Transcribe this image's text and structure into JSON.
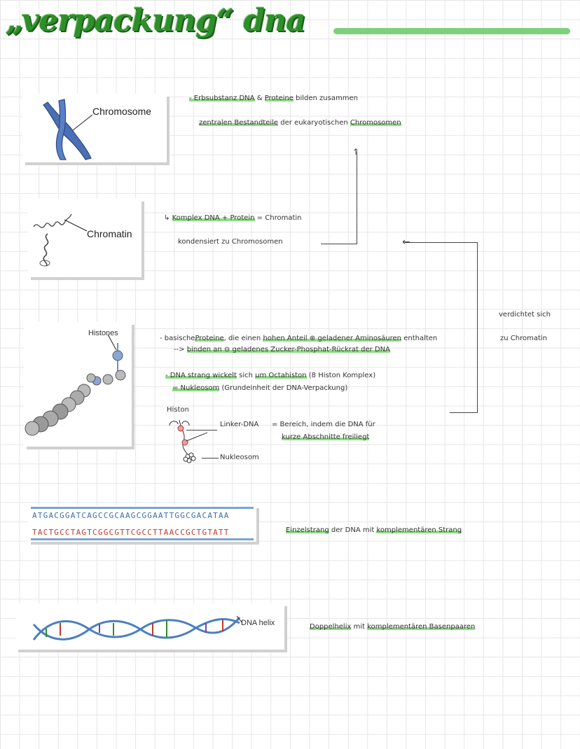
{
  "title": "„verpackung“ dna",
  "cards": {
    "chromosome_label": "Chromosome",
    "chromatin_label": "Chromatin",
    "histones_label": "Histones",
    "strand_top": "ATGACGGATCAGCCGCAAGCGGAATTGGCGACATAA",
    "strand_bottom": "TACTGCCTAGTCGGCGTTCGCCTTAACCGCTGTATT",
    "helix_label": "DNA helix"
  },
  "notes": {
    "l1a": "- Erbsubstanz DNA",
    "l1b": "&",
    "l1c": "Proteine",
    "l1d": "bilden zusammen",
    "l2a": "zentralen Bestandteile",
    "l2b": "der eukaryotischen",
    "l2c": "Chromosomen",
    "l3a": "↳",
    "l3b": "Komplex DNA + Protein",
    "l3c": "= Chromatin",
    "l4": "kondensiert zu Chromosomen",
    "side1": "verdichtet sich",
    "side2": "zu Chromatin",
    "l5a": "- basische",
    "l5b": "Proteine",
    "l5c": ", die einen",
    "l5d": "hohen Anteil ⊕ geladener Aminosäuren",
    "l5e": "enthalten",
    "l6a": "-->",
    "l6b": "binden an ⊖ geladenes Zucker-Phosphat-Rückrat der DNA",
    "l7a": "- DNA strang wickelt",
    "l7b": "sich",
    "l7c": "um Octahiston",
    "l7d": "(8 Histon Komplex)",
    "l8a": "= Nukleosom",
    "l8b": "(Grundeinheit der DNA-Verpackung)",
    "histon": "Histon",
    "linker": "Linker-DNA",
    "linker_def1": "= Bereich, indem die DNA für",
    "linker_def2": "kurze Abschnitte freiliegt",
    "nukleosom": "Nukleosom",
    "strand_a": "Einzelstrang",
    "strand_b": "der DNA mit",
    "strand_c": "komplementären Strang",
    "helix_a": "Doppelhelix",
    "helix_b": "mit",
    "helix_c": "komplementären Basenpaaren"
  },
  "colors": {
    "title_green": "#2e8f2a",
    "highlight": "#8fdc86",
    "chromosome_blue": "#4a6fb5"
  }
}
